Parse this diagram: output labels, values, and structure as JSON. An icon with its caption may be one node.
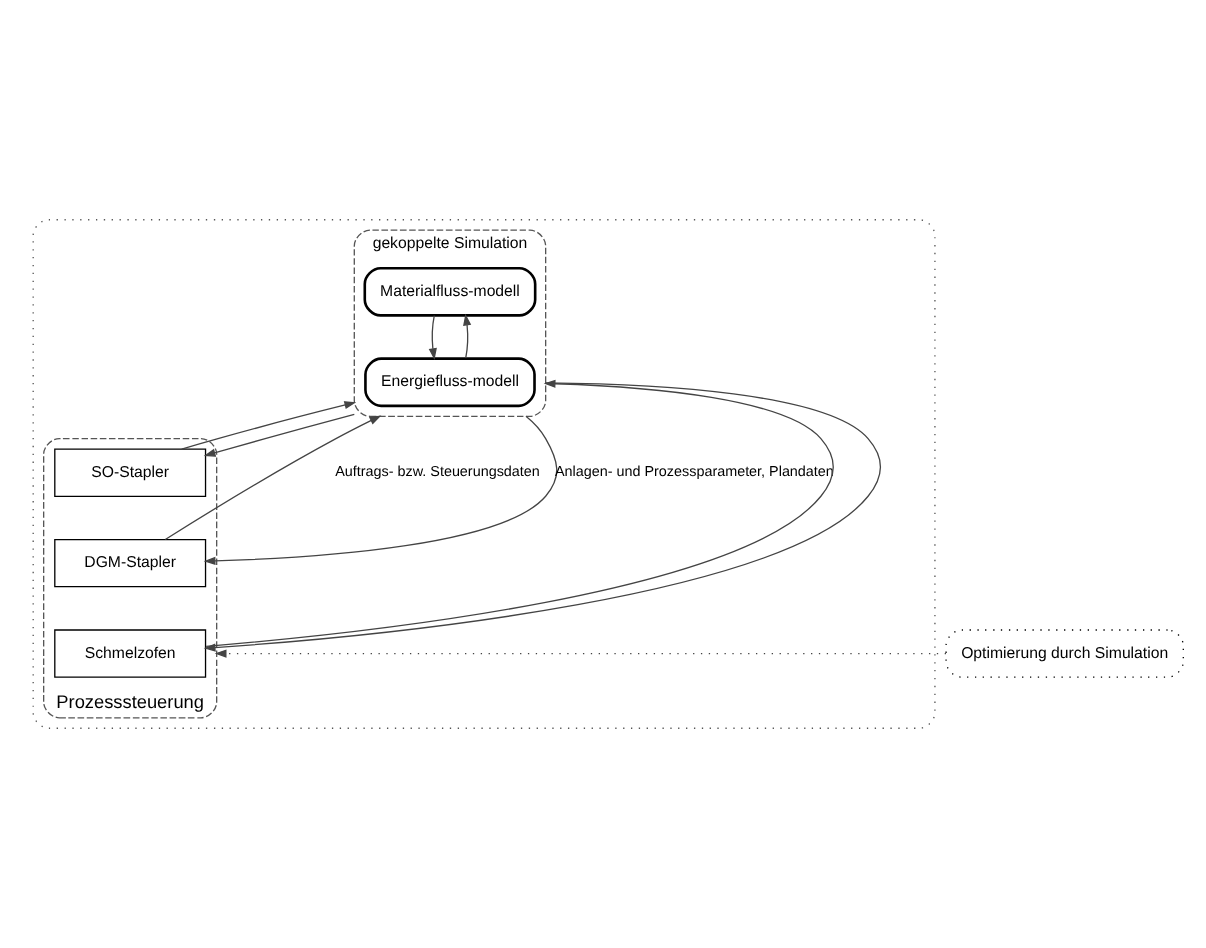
{
  "diagram": {
    "nodes": [
      {
        "text": [],
        "shape": "box"
      },
      {
        "text": [
          "gekoppelte Simulation"
        ],
        "in": 0
      },
      {
        "text": [
          "Materialfluss-modell"
        ],
        "in": 1
      },
      {
        "text": [
          "Energiefluss-modell"
        ],
        "in": 1
      },
      {
        "text": [
          "Prozesssteuerung"
        ],
        "in": 0
      },
      {
        "text": [
          "SO-Stapler"
        ],
        "in": 4
      },
      {
        "text": [
          "DGM-Stapler"
        ],
        "in": 4
      },
      {
        "text": [
          "Schmelzofen"
        ],
        "in": 4
      },
      {
        "text": [
          "Optimierung durch Simulation"
        ]
      }
    ],
    "edges": [
      {
        "from": 2,
        "to": 3,
        "arrow": "to"
      },
      {
        "from": 3,
        "to": 2,
        "arrow": "to"
      },
      {
        "from": 5,
        "to": 1,
        "arrow": "to"
      },
      {
        "from": 6,
        "to": 1,
        "arrow": "to",
        "label": "Auftrags- bzw. Steuerungsdaten"
      },
      {
        "from": 7,
        "to": 1,
        "arrow": "to"
      },
      {
        "from": 1,
        "to": 5,
        "arrow": "to"
      },
      {
        "from": 1,
        "to": 6,
        "arrow": "to",
        "label": "Anlagen- und Prozessparameter, Plandaten"
      },
      {
        "from": 1,
        "to": 7,
        "arrow": "to"
      },
      {
        "from": 8,
        "to": 4,
        "arrow": "to",
        "style": "dashed"
      }
    ]
  }
}
